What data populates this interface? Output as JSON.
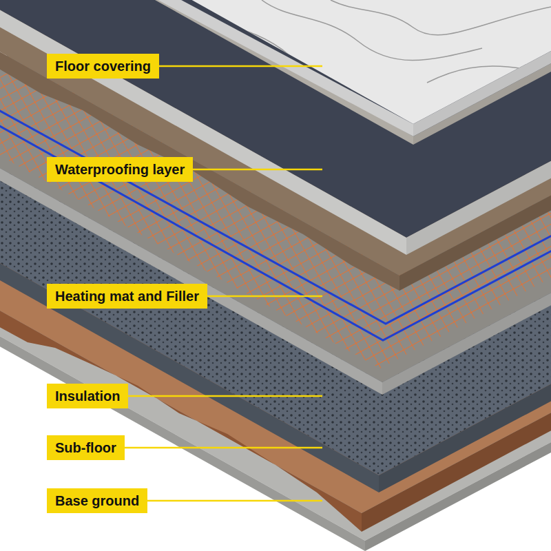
{
  "diagram": {
    "nodes": [
      {
        "text": [
          "Floor covering"
        ]
      },
      {
        "text": [
          "Waterproofing layer"
        ]
      },
      {
        "text": [
          "Heating mat and Filler"
        ]
      },
      {
        "text": [
          "Insulation"
        ]
      },
      {
        "text": [
          "Sub-floor"
        ]
      },
      {
        "text": [
          "Base ground"
        ]
      }
    ]
  }
}
